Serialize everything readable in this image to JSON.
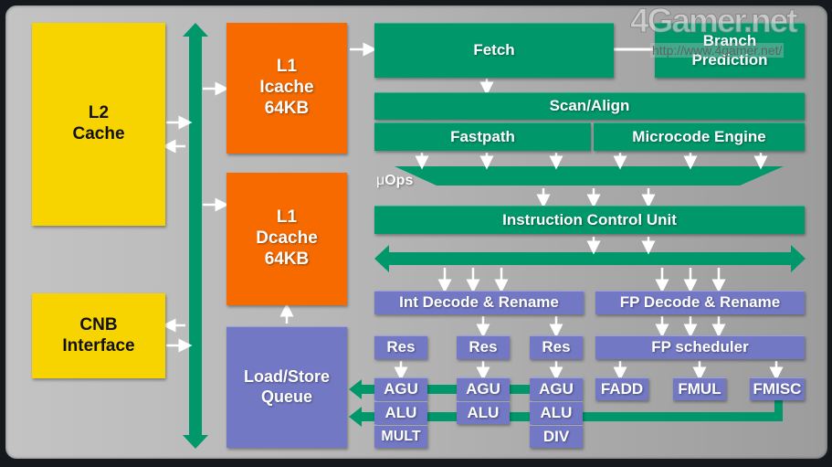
{
  "diagram": {
    "colors": {
      "cache_yellow": "#f7d300",
      "l1_orange": "#f66a00",
      "pipeline_green": "#00976a",
      "exec_purple": "#7378c4",
      "arrow_white": "#ffffff"
    },
    "blocks": {
      "l2": "L2\nCache",
      "cnb": "CNB\nInterface",
      "l1i": "L1\nIcache\n64KB",
      "l1d": "L1\nDcache\n64KB",
      "lsq": "Load/Store\nQueue",
      "fetch": "Fetch",
      "branch": "Branch\nPrediction",
      "scan": "Scan/Align",
      "fastpath": "Fastpath",
      "microcode": "Microcode Engine",
      "uops_mu": "μ",
      "uops": "Ops",
      "icu": "Instruction Control Unit",
      "int_decode": "Int Decode & Rename",
      "fp_decode": "FP Decode & Rename",
      "res": [
        "Res",
        "Res",
        "Res"
      ],
      "fp_sched": "FP scheduler",
      "col1": [
        "AGU",
        "ALU",
        "MULT"
      ],
      "col2": [
        "AGU",
        "ALU"
      ],
      "col3": [
        "AGU",
        "ALU",
        "DIV"
      ],
      "fp_units": [
        "FADD",
        "FMUL",
        "FMISC"
      ]
    },
    "watermark": {
      "logo": "4Gamer.net",
      "url": "http://www.4gamer.net/"
    }
  }
}
